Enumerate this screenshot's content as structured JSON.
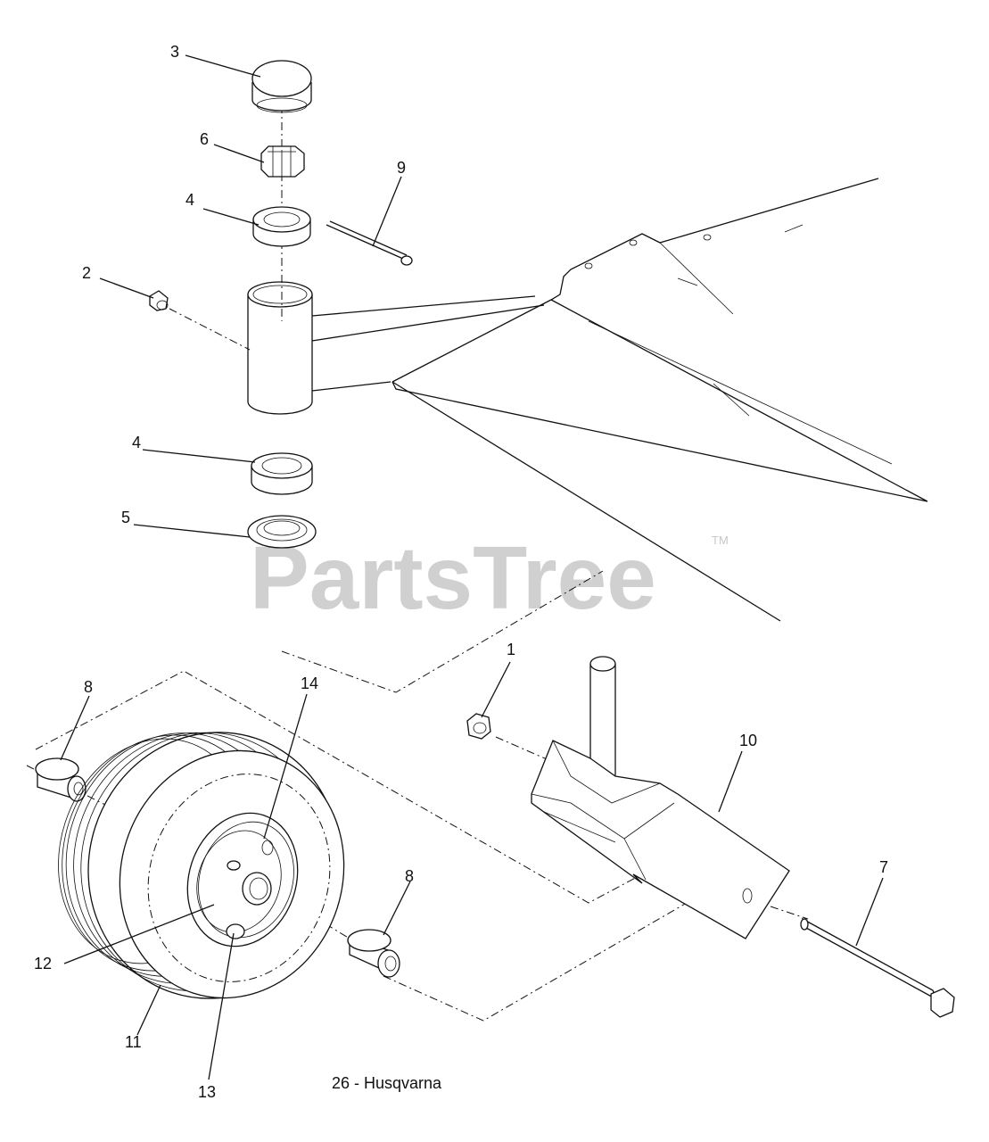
{
  "watermark": {
    "text": "PartsTree",
    "tm": "TM"
  },
  "caption": "26 - Husqvarna",
  "callouts": [
    {
      "id": "c3",
      "label": "3",
      "part": "dust-cap"
    },
    {
      "id": "c6",
      "label": "6",
      "part": "castle-nut"
    },
    {
      "id": "c9",
      "label": "9",
      "part": "cotter-pin"
    },
    {
      "id": "c4a",
      "label": "4",
      "part": "bearing-upper"
    },
    {
      "id": "c2",
      "label": "2",
      "part": "grease-fitting"
    },
    {
      "id": "c4b",
      "label": "4",
      "part": "bearing-lower"
    },
    {
      "id": "c5",
      "label": "5",
      "part": "seal"
    },
    {
      "id": "c1",
      "label": "1",
      "part": "lock-nut"
    },
    {
      "id": "c14",
      "label": "14",
      "part": "valve-stem"
    },
    {
      "id": "c8a",
      "label": "8",
      "part": "spacer-left"
    },
    {
      "id": "c10",
      "label": "10",
      "part": "caster-fork"
    },
    {
      "id": "c8b",
      "label": "8",
      "part": "spacer-right"
    },
    {
      "id": "c7",
      "label": "7",
      "part": "bolt"
    },
    {
      "id": "c12",
      "label": "12",
      "part": "wheel-rim"
    },
    {
      "id": "c11",
      "label": "11",
      "part": "tire"
    },
    {
      "id": "c13",
      "label": "13",
      "part": "wheel-bearing"
    }
  ]
}
